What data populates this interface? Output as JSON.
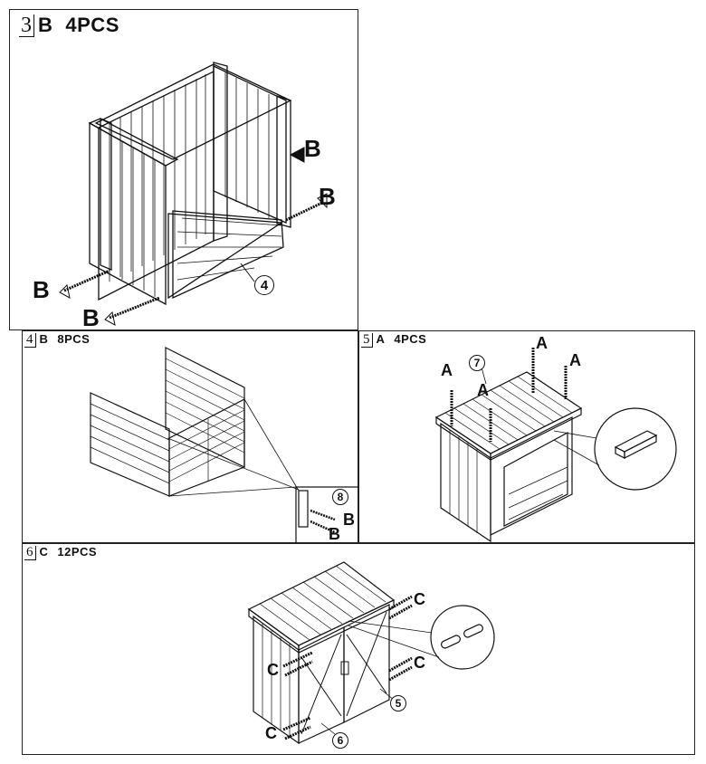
{
  "steps": [
    {
      "number": "3",
      "fastener": "B",
      "quantity": "4PCS"
    },
    {
      "number": "4",
      "fastener": "B",
      "quantity": "8PCS"
    },
    {
      "number": "5",
      "fastener": "A",
      "quantity": "4PCS"
    },
    {
      "number": "6",
      "fastener": "C",
      "quantity": "12PCS"
    }
  ],
  "step3": {
    "screw_labels": [
      "B",
      "B",
      "B",
      "B"
    ],
    "part": "4"
  },
  "step4": {
    "part": "8",
    "screw_labels": [
      "B",
      "B"
    ]
  },
  "step5": {
    "screw_labels": [
      "A",
      "A",
      "A",
      "A"
    ],
    "part": "7"
  },
  "step6": {
    "screw_labels": [
      "C",
      "C",
      "C",
      "C"
    ],
    "parts": [
      "5",
      "6"
    ]
  },
  "colors": {
    "line": "#111111",
    "background": "#ffffff"
  }
}
